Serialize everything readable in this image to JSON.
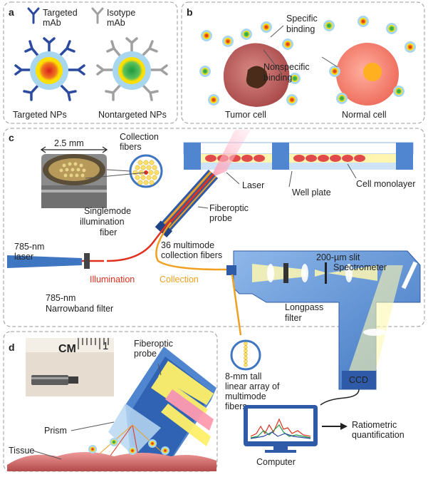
{
  "panels": {
    "a": {
      "letter": "a",
      "legend_targeted_l1": "Targeted",
      "legend_targeted_l2": "mAb",
      "legend_isotype_l1": "Isotype",
      "legend_isotype_l2": "mAb",
      "label_targeted": "Targeted NPs",
      "label_nontargeted": "Nontargeted NPs"
    },
    "b": {
      "letter": "b",
      "specific_l1": "Specific",
      "specific_l2": "binding",
      "nonspecific_l1": "Nonspecific",
      "nonspecific_l2": "binding",
      "tumor_cell": "Tumor cell",
      "normal_cell": "Normal cell"
    },
    "c": {
      "letter": "c",
      "scale": "2.5 mm",
      "collection_fibers_l1": "Collection",
      "collection_fibers_l2": "fibers",
      "cell_monolayer": "Cell monolayer",
      "laser": "Laser",
      "well_plate": "Well plate",
      "singlemode_l1": "Singlemode",
      "singlemode_l2": "illumination",
      "singlemode_l3": "fiber",
      "fiberoptic_probe_l1": "Fiberoptic",
      "fiberoptic_probe_l2": "probe",
      "slit": "200-µm slit",
      "spectrometer": "Spectrometer",
      "laser_785_l1": "785-nm",
      "laser_785_l2": "laser",
      "multimode_l1": "36 multimode",
      "multimode_l2": "collection fibers",
      "illumination": "Illumination",
      "collection": "Collection",
      "narrowband_l1": "785-nm",
      "narrowband_l2": "Narrowband filter",
      "longpass_l1": "Longpass",
      "longpass_l2": "filter",
      "linear_l1": "8-mm tall",
      "linear_l2": "linear array of",
      "linear_l3": "multimode",
      "linear_l4": "fibers",
      "ccd": "CCD",
      "computer": "Computer",
      "ratiometric_l1": "Ratiometric",
      "ratiometric_l2": "quantification"
    },
    "d": {
      "letter": "d",
      "ruler_cm": "CM",
      "ruler_one": "1",
      "probe_l1": "Fiberoptic",
      "probe_l2": "probe",
      "prism": "Prism",
      "tissue": "Tissue"
    }
  },
  "colors": {
    "mab_targeted": "#2b4aa0",
    "mab_isotype": "#a0a0a0",
    "illumination": "#e0301e",
    "collection": "#f0a020",
    "instrument": "#5b8fd0",
    "tumor": "#b85050",
    "normal": "#f07a6a"
  }
}
